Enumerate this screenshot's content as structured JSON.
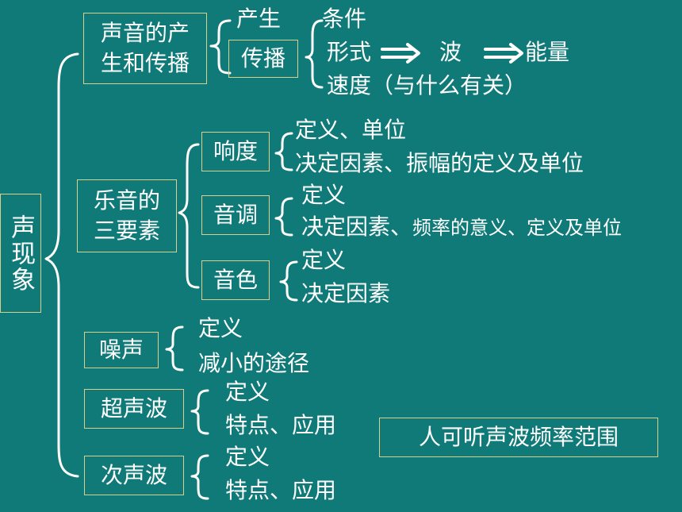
{
  "root": "声现象",
  "sections": {
    "production": {
      "title": "声音的产生和传播",
      "title_line1": "声音的产",
      "title_line2": "生和传播",
      "item_produce": "产生",
      "item_spread": "传播",
      "spread_items": {
        "condition": "条件",
        "form": "形式",
        "wave": "波",
        "energy": "能量",
        "speed": "速度（与什么有关）"
      }
    },
    "musical": {
      "title_line1": "乐音的",
      "title_line2": "三要素",
      "loudness": {
        "label": "响度",
        "item1": "定义、单位",
        "item2": "决定因素、振幅的定义及单位"
      },
      "pitch": {
        "label": "音调",
        "item1": "定义",
        "item2a": "决定因素、",
        "item2b": "频率的意义、定义及单位"
      },
      "timbre": {
        "label": "音色",
        "item1": "定义",
        "item2": "决定因素"
      }
    },
    "noise": {
      "label": "噪声",
      "item1": "定义",
      "item2": "减小的途径"
    },
    "ultrasonic": {
      "label": "超声波",
      "item1": "定义",
      "item2": "特点、应用"
    },
    "infrasonic": {
      "label": "次声波",
      "item1": "定义",
      "item2": "特点、应用"
    },
    "hearing_range": "人可听声波频率范围"
  },
  "colors": {
    "background": "#0f7a78",
    "text": "#ffffff",
    "box_border": "#d8cf8a"
  }
}
